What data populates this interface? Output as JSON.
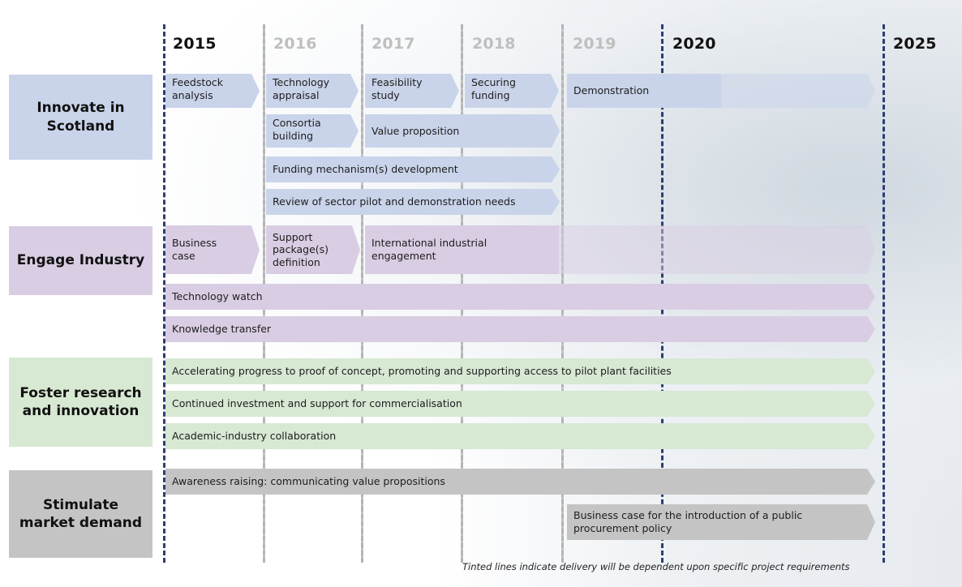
{
  "years": [
    "2015",
    "2016",
    "2017",
    "2018",
    "2019",
    "2020",
    "2025"
  ],
  "categories": {
    "innovate": "Innovate in Scotland",
    "engage": "Engage Industry",
    "foster": "Foster research and innovation",
    "stimulate": "Stimulate market demand"
  },
  "innovate": {
    "feedstock": "Feedstock analysis",
    "tech_appraisal": "Technology appraisal",
    "feasibility": "Feasibility study",
    "funding": "Securing funding",
    "demonstration": "Demonstration",
    "consortia": "Consortia building",
    "value_prop": "Value proposition",
    "funding_mech": "Funding mechanism(s) development",
    "review": "Review of sector pilot and demonstration needs"
  },
  "engage": {
    "business_case": "Business case",
    "support": "Support package(s) definition",
    "international": "International industrial engagement",
    "tech_watch": "Technology watch",
    "knowledge": "Knowledge transfer"
  },
  "foster": {
    "accelerating": "Accelerating progress to proof of concept, promoting and supporting access to pilot plant facilities",
    "continued": "Continued investment and support for commercialisation",
    "academic": "Academic-industry collaboration"
  },
  "stimulate": {
    "awareness": "Awareness raising: communicating value propositions",
    "procurement": "Business case for the introduction of a public procurement policy"
  },
  "footnote": "Tinted lines indicate delivery will be dependent upon specific project requirements",
  "colors": {
    "blue": "#c9d4ea",
    "purple": "#d9cde3",
    "green": "#d7e8d3",
    "grey": "#c4c4c4",
    "navy_line": "#2c3e73",
    "grey_line": "#b4b4b4"
  }
}
